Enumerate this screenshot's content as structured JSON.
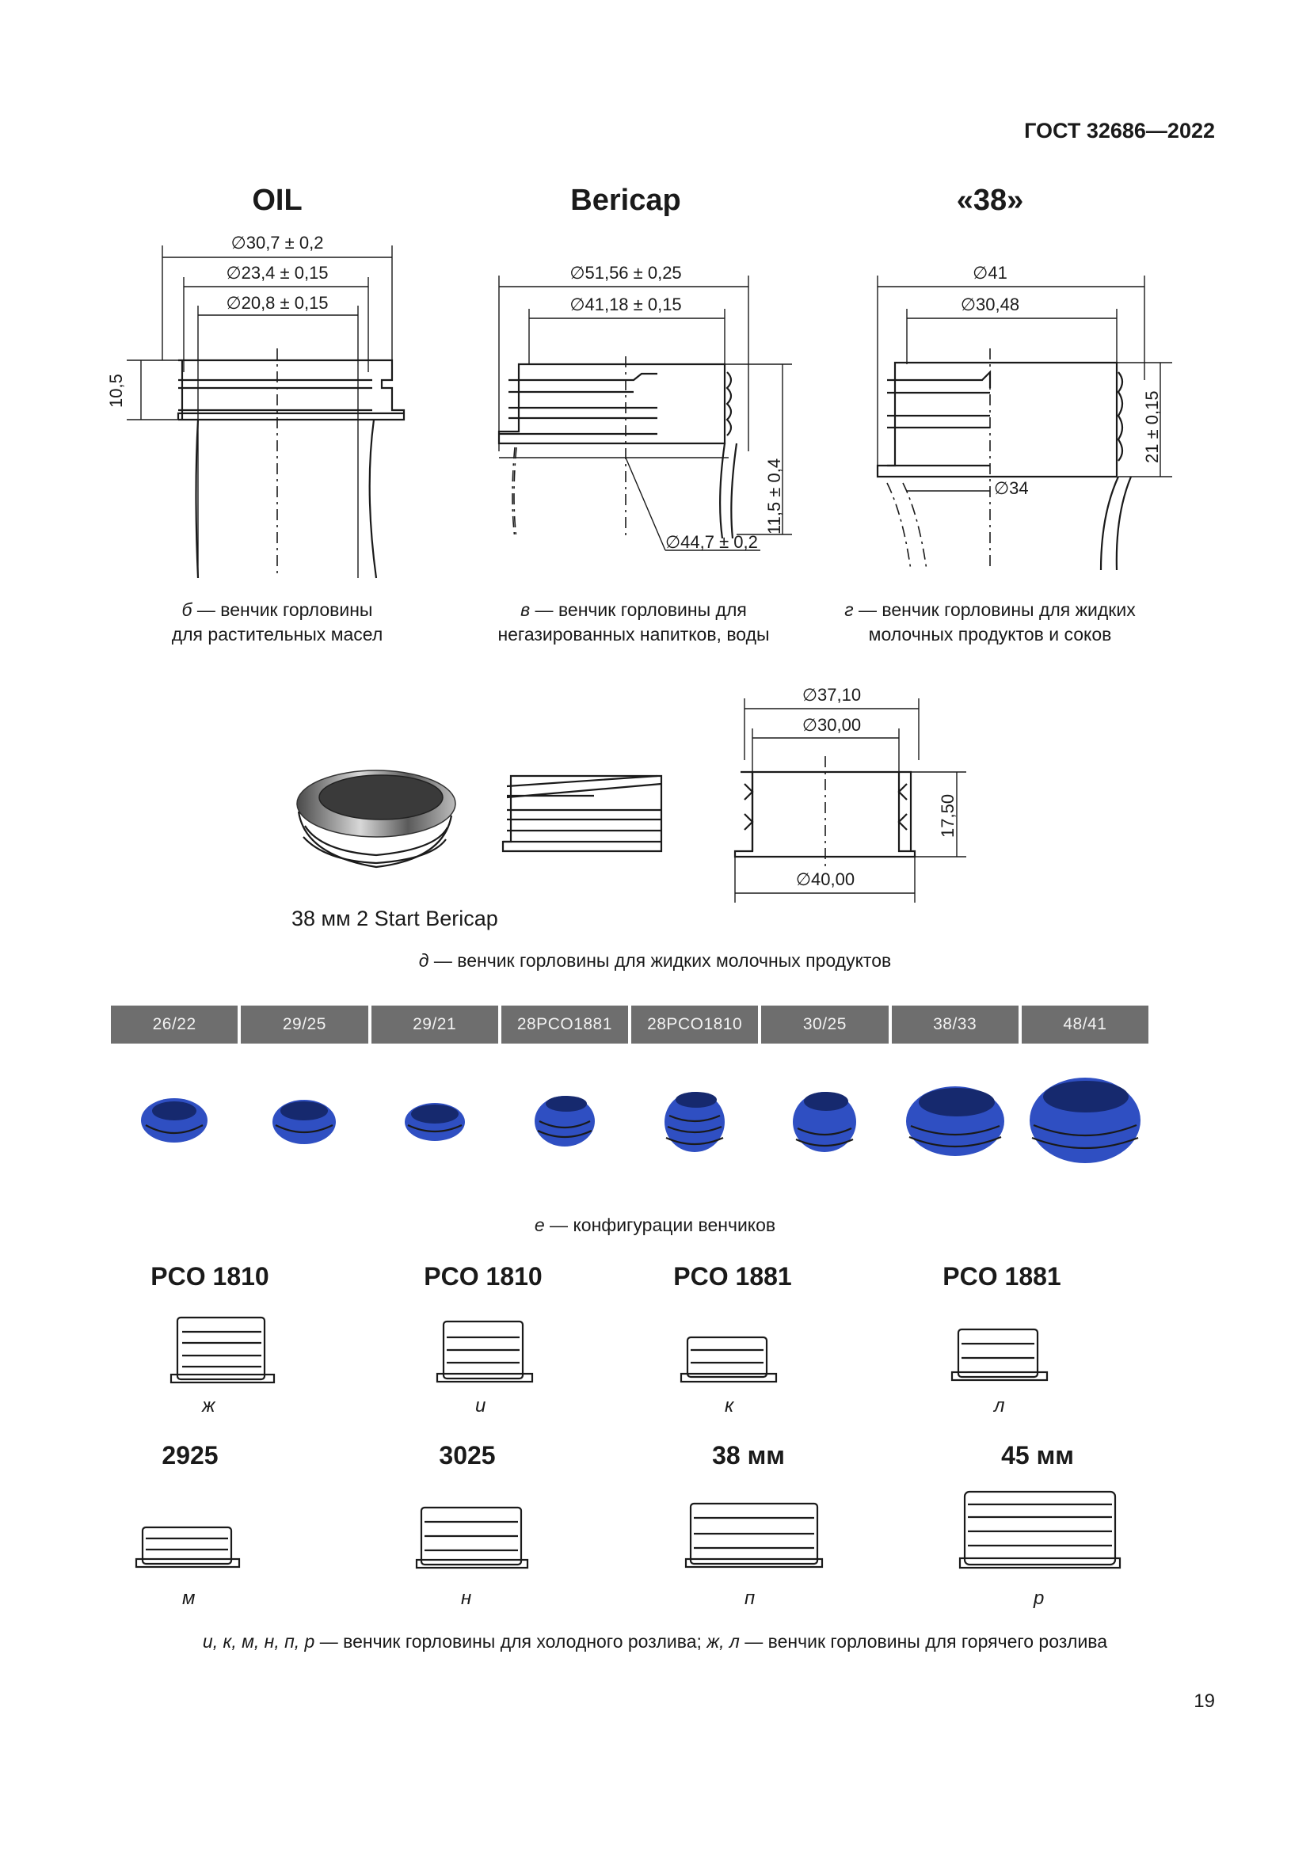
{
  "header": {
    "standard": "ГОСТ 32686—2022"
  },
  "figures": {
    "oil": {
      "title": "OIL",
      "dims": [
        "∅30,7 ± 0,2",
        "∅23,4 ± 0,15",
        "∅20,8 ± 0,15",
        "10,5"
      ],
      "caption_letter": "б",
      "caption_text": " — венчик горловины",
      "caption_line2": "для растительных масел"
    },
    "bericap": {
      "title": "Bericap",
      "dims": [
        "∅51,56 ± 0,25",
        "∅41,18 ± 0,15",
        "11,5 ± 0,4",
        "∅44,7 ± 0,2"
      ],
      "caption_letter": "в",
      "caption_text": " — венчик горловины для",
      "caption_line2": "негазированных напитков, воды"
    },
    "n38": {
      "title": "«38»",
      "dims": [
        "∅41",
        "∅30,48",
        "21 ± 0,15",
        "∅34"
      ],
      "caption_letter": "г",
      "caption_text": " — венчик горловины для жидких",
      "caption_line2": "молочных продуктов и соков"
    },
    "d": {
      "dims": [
        "∅37,10",
        "∅30,00",
        "17,50",
        "∅40,00"
      ],
      "product_label": "38 мм 2 Start Bericap",
      "caption_letter": "д",
      "caption_text": " — венчик горловины для жидких молочных продуктов"
    },
    "e": {
      "tabs": [
        "26/22",
        "29/25",
        "29/21",
        "28PCO1881",
        "28PCO1810",
        "30/25",
        "38/33",
        "48/41"
      ],
      "caption_letter": "е",
      "caption_text": " — конфигурации венчиков"
    },
    "gold_row1": [
      {
        "title": "PCO 1810",
        "letter": "ж"
      },
      {
        "title": "PCO 1810",
        "letter": "и"
      },
      {
        "title": "PCO 1881",
        "letter": "к"
      },
      {
        "title": "PCO 1881",
        "letter": "л"
      }
    ],
    "gold_row2": [
      {
        "title": "2925",
        "letter": "м"
      },
      {
        "title": "3025",
        "letter": "н"
      },
      {
        "title": "38 мм",
        "letter": "п"
      },
      {
        "title": "45 мм",
        "letter": "р"
      }
    ],
    "footnote": {
      "letters_cold": "и, к, м, н, п, р",
      "text_cold": " — венчик горловины для холодного розлива; ",
      "letters_hot": "ж, л",
      "text_hot": " — венчик горловины для горячего розлива"
    }
  },
  "page_number": "19",
  "colors": {
    "blue_cap": "#2f4fc2",
    "gold_cap": "#d9a21a",
    "tab_gray": "#6e6e6e"
  }
}
